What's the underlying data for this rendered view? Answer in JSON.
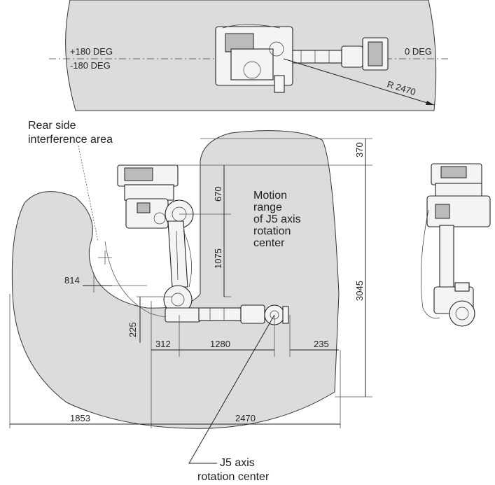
{
  "top_view": {
    "angle_plus": "+180 DEG",
    "angle_minus": "-180 DEG",
    "angle_zero": "0 DEG",
    "reach_radius": "R 2470"
  },
  "side_view": {
    "rear_area_label_line1": "Rear side",
    "rear_area_label_line2": "interference area",
    "motion_label": [
      "Motion",
      "range",
      "of J5 axis",
      "rotation",
      "center"
    ],
    "j5_label_line1": "J5 axis",
    "j5_label_line2": "rotation center"
  },
  "dimensions": {
    "d370": "370",
    "d670": "670",
    "d1075": "1075",
    "d3045": "3045",
    "d814": "814",
    "d225": "225",
    "d312": "312",
    "d1280": "1280",
    "d235": "235",
    "d1853": "1853",
    "d2470": "2470"
  }
}
